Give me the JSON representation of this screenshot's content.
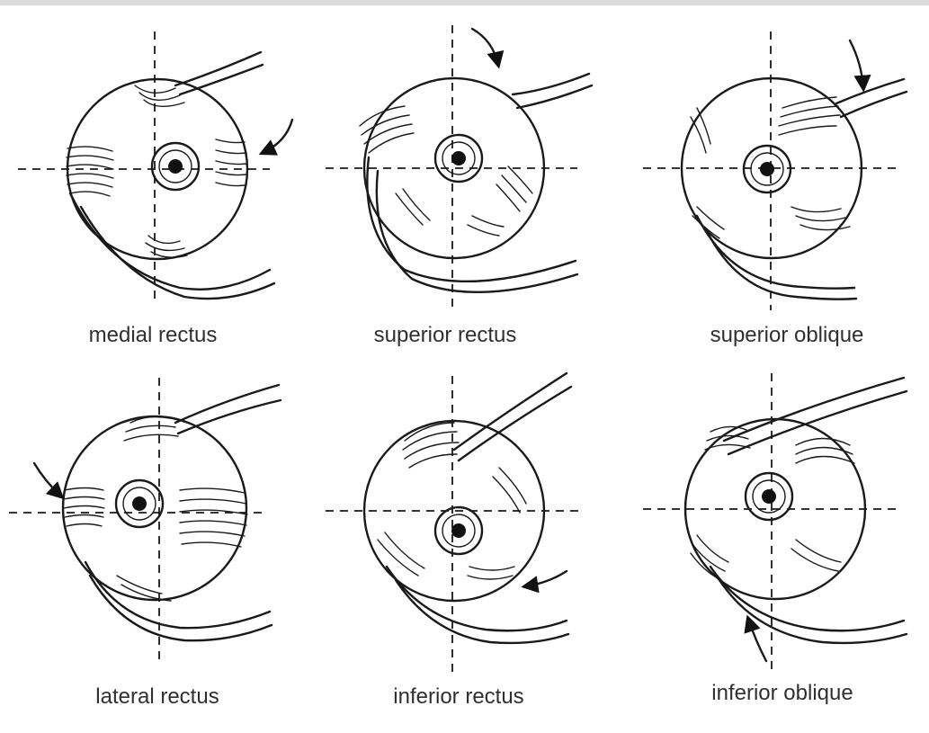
{
  "panels": [
    {
      "label": "medial rectus"
    },
    {
      "label": "superior rectus"
    },
    {
      "label": "superior oblique"
    },
    {
      "label": "lateral rectus"
    },
    {
      "label": "inferior rectus"
    },
    {
      "label": "inferior oblique"
    }
  ]
}
